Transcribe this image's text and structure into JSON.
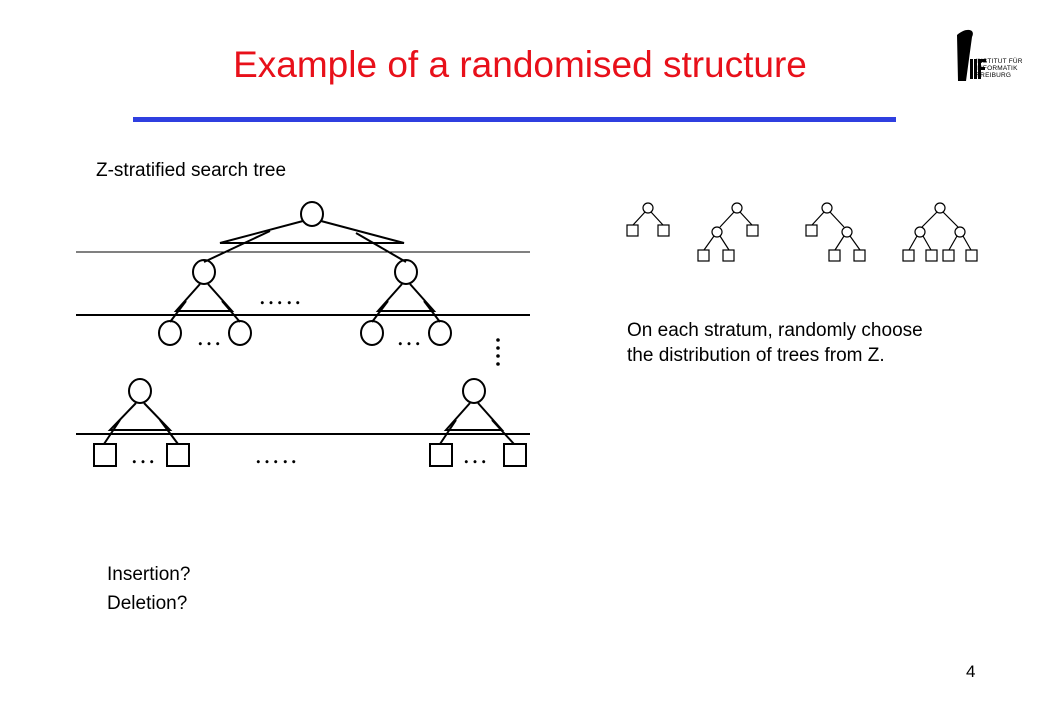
{
  "slide": {
    "title": "Example of a randomised structure",
    "logo_text": [
      "INSTITUT FÜR",
      "INFORMATIK",
      "FREIBURG"
    ],
    "subtitle": "Z-stratified search tree",
    "description": "On each stratum, randomly choose the distribution of trees from Z.",
    "questions": [
      "Insertion?",
      "Deletion?"
    ],
    "page_number": "4",
    "ellipsis_wide": "…..",
    "ellipsis_short": "…",
    "colors": {
      "title": "#e8101a",
      "rule": "#2f3fe0"
    }
  }
}
